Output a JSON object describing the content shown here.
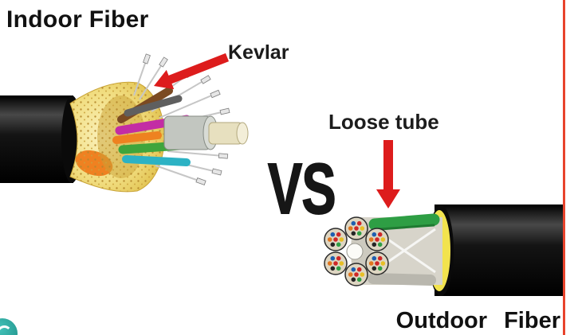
{
  "labels": {
    "indoor_title": "Indoor Fiber",
    "kevlar": "Kevlar",
    "versus": "VS",
    "loose_tube": "Loose tube",
    "outdoor_title": "Outdoor Fiber"
  },
  "colors": {
    "arrow_red": "#dd1c1c",
    "kevlar_yellow": "#eed76e",
    "aramid_yellow": "#f2e34e",
    "jacket_black": "#0d0d0d",
    "edge_strip": "#e8432c",
    "logo_teal": "#2aa49c",
    "title_text": "#111111"
  },
  "illustrations": {
    "indoor_cable": "indoor-fiber-cable-cutaway-with-flared-kevlar-strands-and-colored-buffer-tubes",
    "outdoor_cable": "outdoor-fiber-cable-cutaway-with-loose-tubes-and-central-strength-member",
    "kevlar_arrow": "red-arrow-pointing-down-left-to-kevlar-strands",
    "loose_tube_arrow": "red-arrow-pointing-down-to-loose-tubes",
    "logo": "teal-circle-logo-bottom-left-partial"
  }
}
